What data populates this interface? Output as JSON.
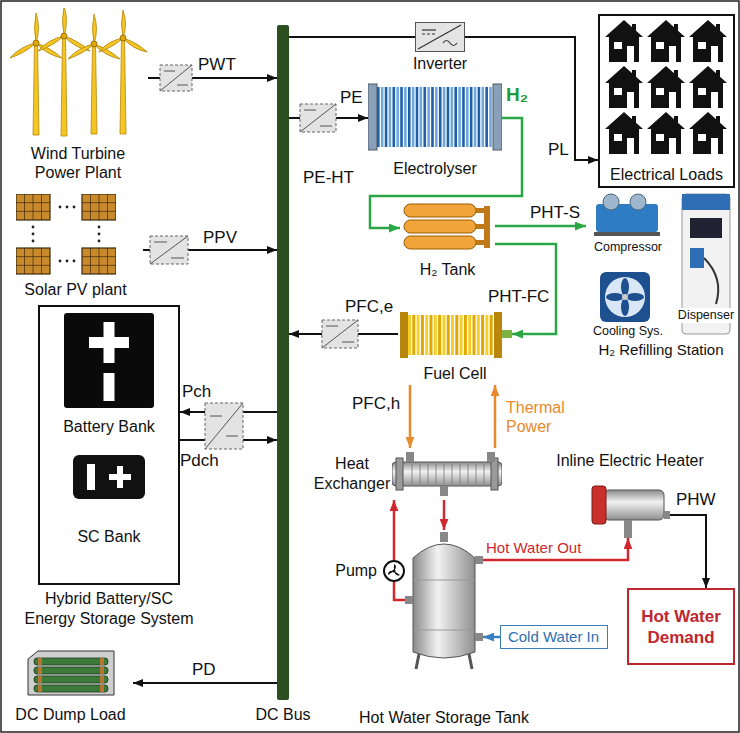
{
  "diagram": {
    "nodes": [
      {
        "text": [
          "Wind Turbine Power Plant"
        ]
      },
      {
        "text": [
          "Solar PV plant"
        ]
      },
      {
        "text": [
          "Hybrid Battery/SC Energy Storage System"
        ]
      },
      {
        "text": [
          "Battery Bank"
        ],
        "in": 2
      },
      {
        "text": [
          "SC Bank"
        ],
        "in": 2
      },
      {
        "text": [
          "DC Dump Load"
        ]
      },
      {
        "text": [
          "DC Bus"
        ]
      },
      {
        "text": [
          "Inverter"
        ]
      },
      {
        "text": [
          "Electrical Loads"
        ]
      },
      {
        "text": [
          "Electrolyser"
        ]
      },
      {
        "text": [
          "H₂ Tank"
        ]
      },
      {
        "text": [
          "Compressor",
          "Dispenser",
          "Cooling Sys.",
          "H₂ Refilling Station"
        ]
      },
      {
        "text": [
          "Fuel Cell"
        ]
      },
      {
        "text": [
          "Heat Exchanger"
        ]
      },
      {
        "text": [
          "Inline Electric Heater"
        ]
      },
      {
        "text": [
          "Pump"
        ]
      },
      {
        "text": [
          "Hot Water Storage Tank"
        ]
      },
      {
        "text": [
          "Cold Water In"
        ]
      },
      {
        "text": [
          "Hot Water Demand"
        ]
      }
    ],
    "edges": [
      {
        "from": 0,
        "to": 6,
        "label": "PWT",
        "arrow": "to"
      },
      {
        "from": 1,
        "to": 6,
        "label": "PPV",
        "arrow": "to"
      },
      {
        "from": 6,
        "to": 2,
        "label": "Pch",
        "arrow": "to"
      },
      {
        "from": 2,
        "to": 6,
        "label": "Pdch",
        "arrow": "to"
      },
      {
        "from": 6,
        "to": 5,
        "label": "PD",
        "arrow": "to"
      },
      {
        "from": 6,
        "to": 7,
        "arrow": "none"
      },
      {
        "from": 7,
        "to": 8,
        "label": "PL",
        "arrow": "to"
      },
      {
        "from": 6,
        "to": 9,
        "label": "PE",
        "arrow": "to"
      },
      {
        "from": 9,
        "to": 10,
        "label": "PE-HT",
        "arrow": "to"
      },
      {
        "from": 10,
        "to": 11,
        "label": "PHT-S",
        "arrow": "to"
      },
      {
        "from": 10,
        "to": 12,
        "label": "PHT-FC",
        "arrow": "to"
      },
      {
        "from": 12,
        "to": 6,
        "label": "PFC,e",
        "arrow": "to"
      },
      {
        "from": 12,
        "to": 13,
        "label": "PFC,h",
        "arrow": "to"
      },
      {
        "from": 13,
        "to": 12,
        "label": "Thermal Power",
        "arrow": "to"
      },
      {
        "from": 13,
        "to": 16,
        "arrow": "to"
      },
      {
        "from": 16,
        "to": 15,
        "arrow": "none"
      },
      {
        "from": 15,
        "to": 13,
        "arrow": "to"
      },
      {
        "from": 16,
        "to": 14,
        "label": "Hot Water Out",
        "arrow": "to"
      },
      {
        "from": 14,
        "to": 18,
        "label": "PHW",
        "arrow": "to"
      },
      {
        "from": 17,
        "to": 16,
        "arrow": "to"
      }
    ],
    "labels": [
      "H₂"
    ]
  }
}
